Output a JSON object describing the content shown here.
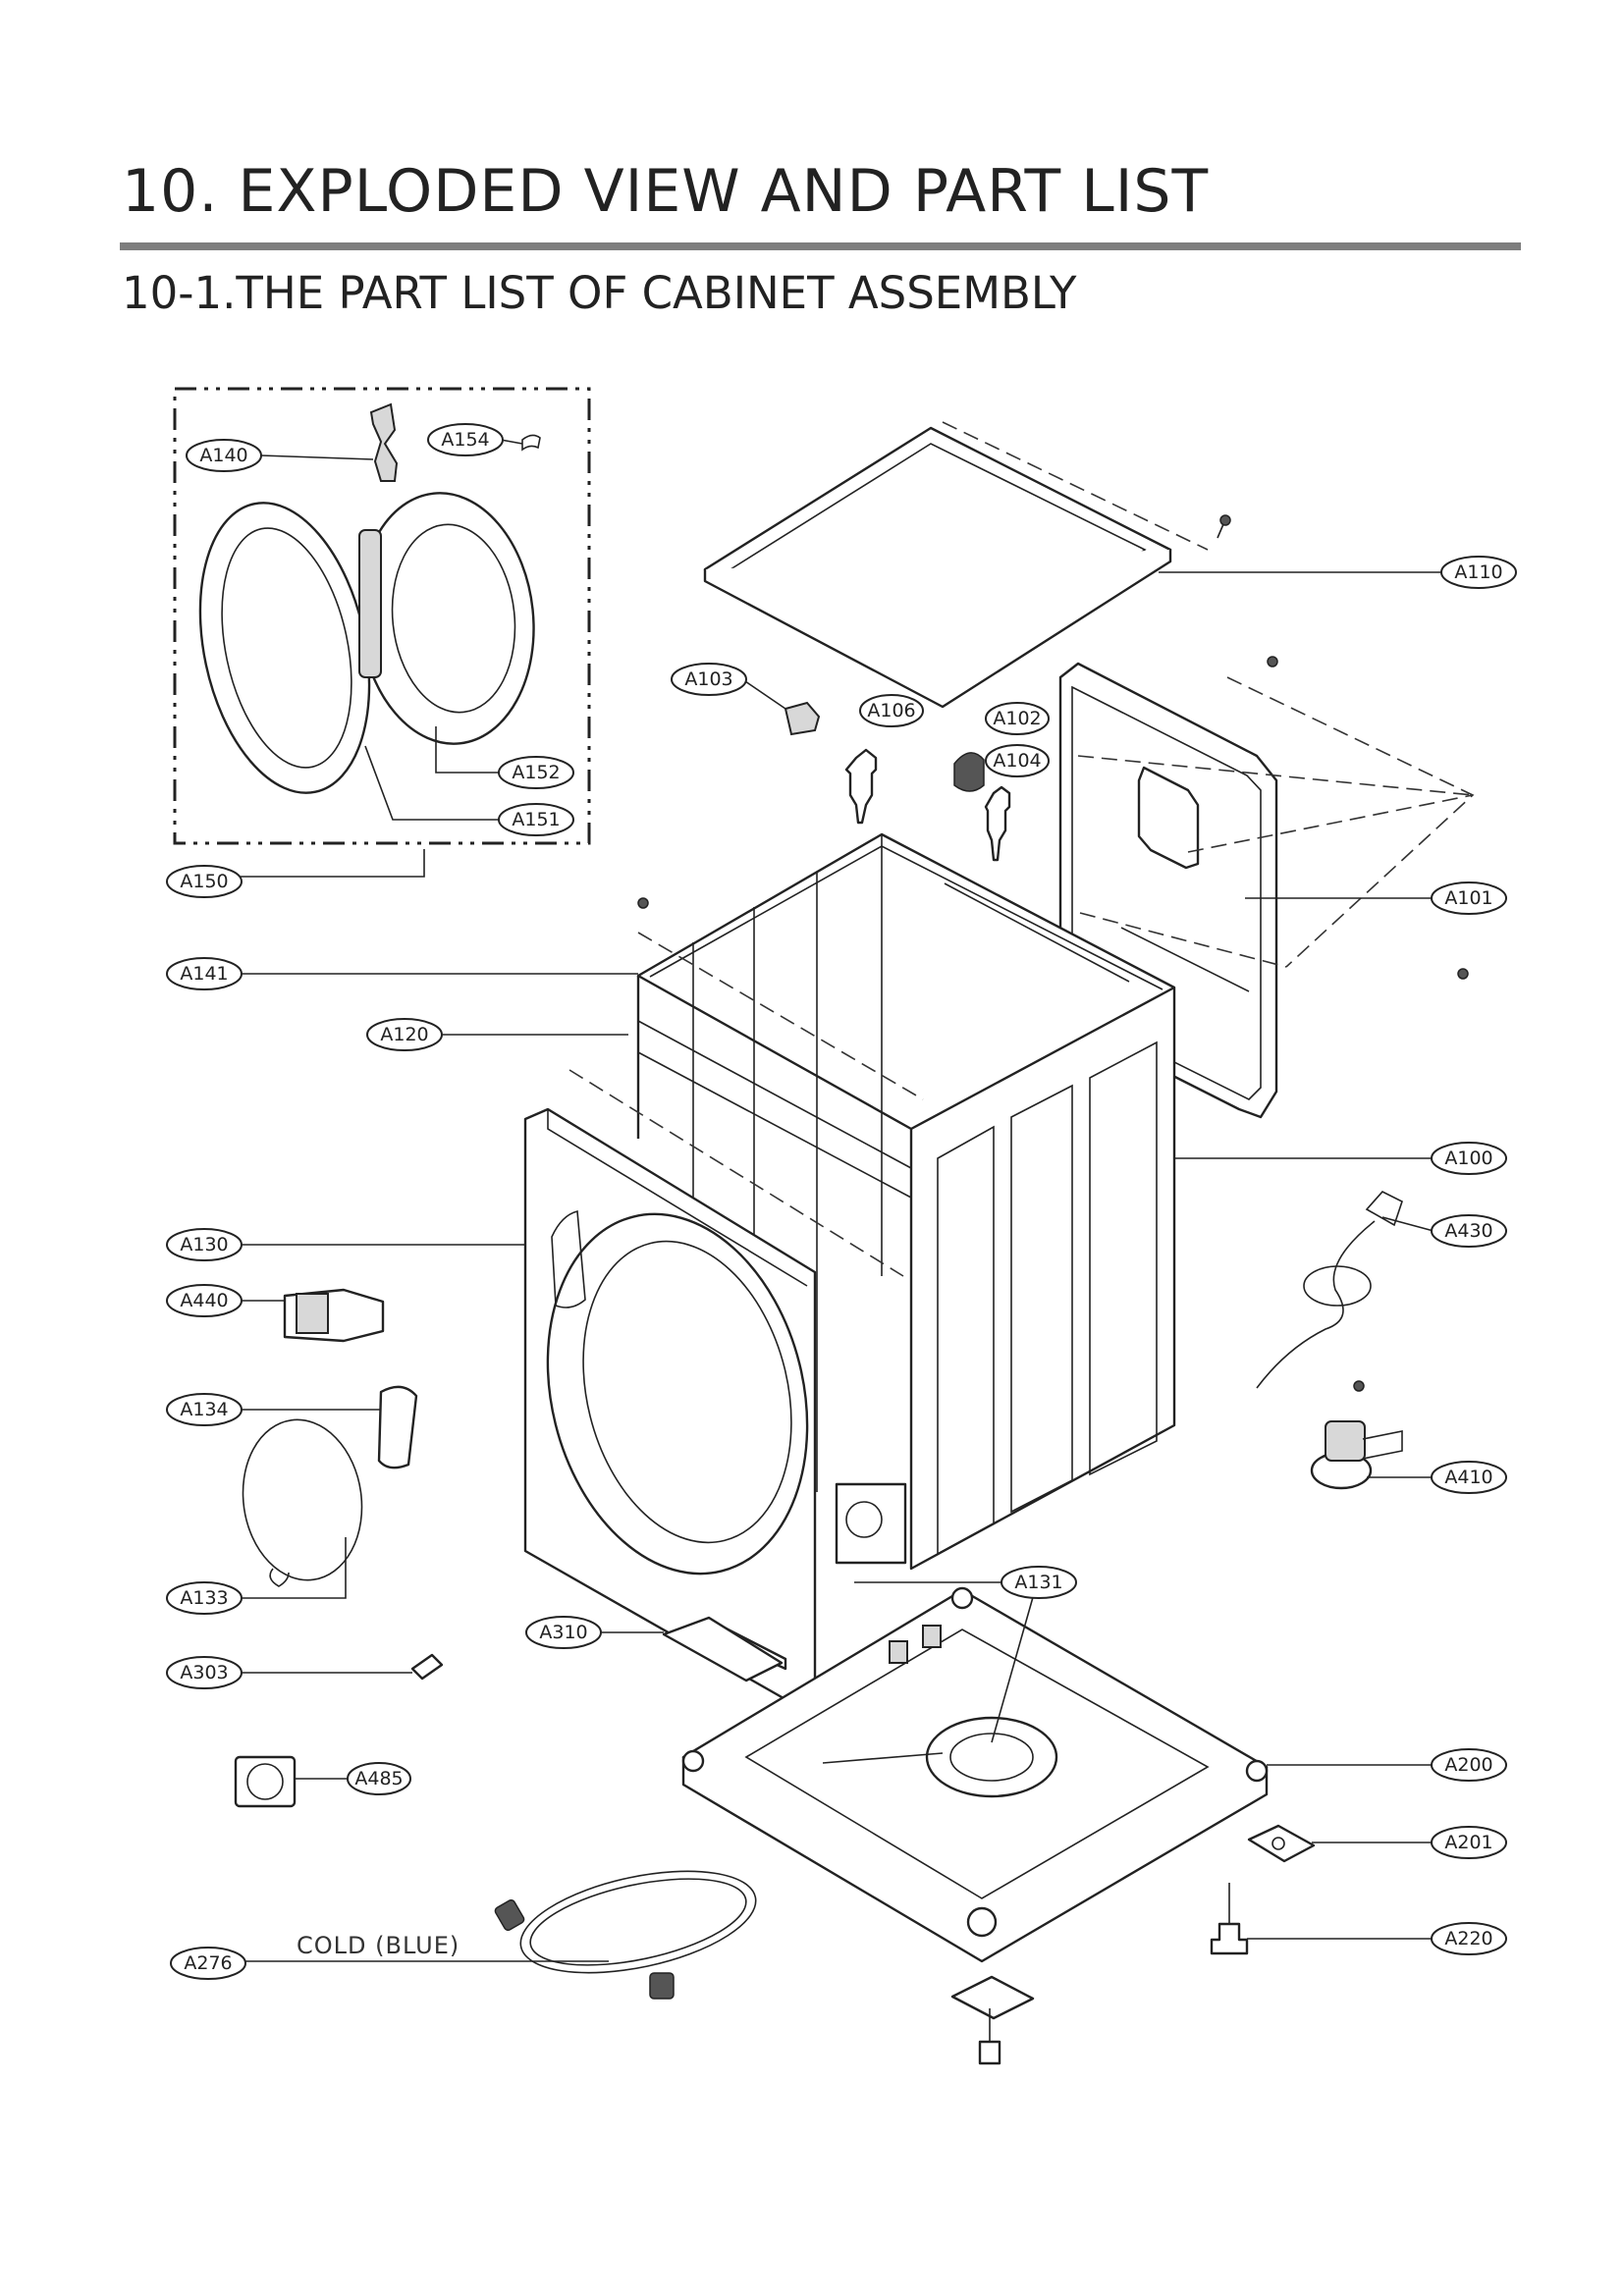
{
  "page": {
    "title": "10. EXPLODED VIEW AND PART LIST",
    "section_title": "10-1.THE PART LIST OF CABINET ASSEMBLY"
  },
  "diagram": {
    "annotation": "COLD (BLUE)",
    "callouts": {
      "A140": "A140",
      "A154": "A154",
      "A152": "A152",
      "A151": "A151",
      "A150": "A150",
      "A110": "A110",
      "A103": "A103",
      "A106": "A106",
      "A102": "A102",
      "A104": "A104",
      "A101": "A101",
      "A141": "A141",
      "A120": "A120",
      "A100": "A100",
      "A430": "A430",
      "A130": "A130",
      "A440": "A440",
      "A134": "A134",
      "A410": "A410",
      "A133": "A133",
      "A131": "A131",
      "A310": "A310",
      "A303": "A303",
      "A200": "A200",
      "A485": "A485",
      "A201": "A201",
      "A276": "A276",
      "A220": "A220"
    }
  }
}
